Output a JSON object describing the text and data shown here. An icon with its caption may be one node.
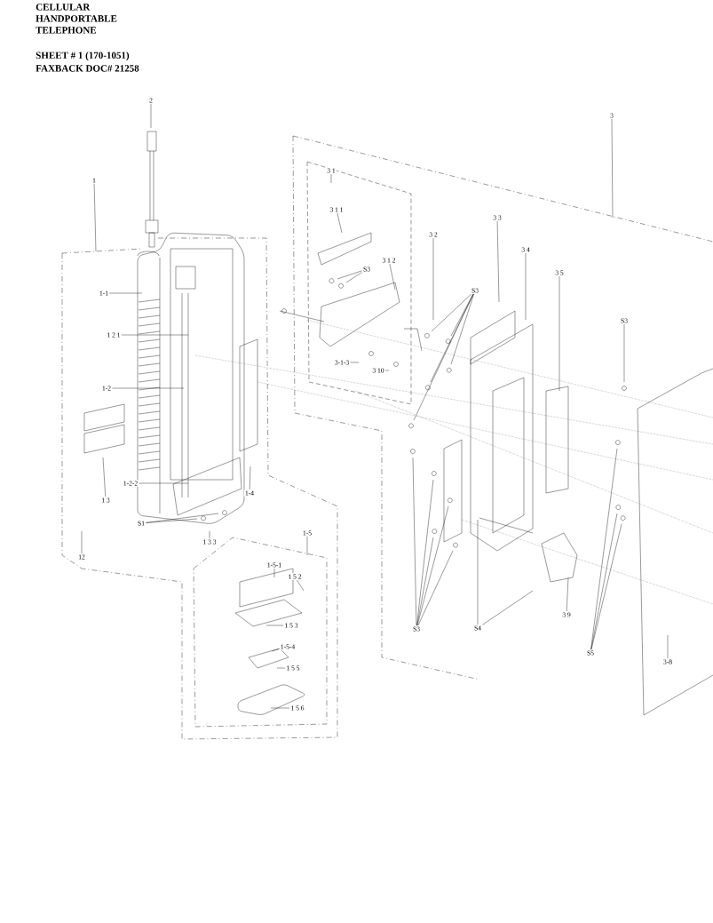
{
  "diagram": {
    "title": "CELLULAR HANDPORTABLE TELEPHONE",
    "nodes": [
      {
        "text": [
          "2"
        ]
      },
      {
        "text": [
          "1"
        ]
      },
      {
        "text": [
          "1-1"
        ]
      },
      {
        "text": [
          "1 2 1"
        ]
      },
      {
        "text": [
          "1-2"
        ]
      },
      {
        "text": [
          "1-2-2"
        ]
      },
      {
        "text": [
          "1 3"
        ]
      },
      {
        "text": [
          "1-4"
        ]
      },
      {
        "text": [
          "S1"
        ]
      },
      {
        "text": [
          "1 3 3"
        ]
      },
      {
        "text": [
          "12"
        ]
      },
      {
        "text": [
          "1-5"
        ]
      },
      {
        "text": [
          "1-5-1"
        ]
      },
      {
        "text": [
          "1 5 2"
        ]
      },
      {
        "text": [
          "1 5 3"
        ]
      },
      {
        "text": [
          "1-5-4"
        ]
      },
      {
        "text": [
          "1 5 5"
        ]
      },
      {
        "text": [
          "1 5 6"
        ]
      },
      {
        "text": [
          "3"
        ]
      },
      {
        "text": [
          "3 1"
        ]
      },
      {
        "text": [
          "3 1 1"
        ]
      },
      {
        "text": [
          "S3"
        ]
      },
      {
        "text": [
          "3 1 2"
        ]
      },
      {
        "text": [
          "3 2"
        ]
      },
      {
        "text": [
          "3 3"
        ]
      },
      {
        "text": [
          "3 4"
        ]
      },
      {
        "text": [
          "3 5"
        ]
      },
      {
        "text": [
          "S3"
        ]
      },
      {
        "text": [
          "S3"
        ]
      },
      {
        "text": [
          "3-1-3"
        ]
      },
      {
        "text": [
          "3 10"
        ]
      },
      {
        "text": [
          "S3"
        ]
      },
      {
        "text": [
          "S4"
        ]
      },
      {
        "text": [
          "3 9"
        ]
      },
      {
        "text": [
          "S5"
        ]
      },
      {
        "text": [
          "3-8"
        ]
      }
    ],
    "edges": [
      {
        "from": 0,
        "to": null,
        "arrow": "none"
      },
      {
        "from": 1,
        "to": null,
        "arrow": "none"
      },
      {
        "from": 2,
        "to": null,
        "arrow": "none"
      },
      {
        "from": 3,
        "to": null,
        "arrow": "none"
      },
      {
        "from": 4,
        "to": null,
        "arrow": "none"
      },
      {
        "from": 5,
        "to": null,
        "arrow": "none"
      },
      {
        "from": 6,
        "to": null,
        "arrow": "none"
      },
      {
        "from": 7,
        "to": null,
        "arrow": "none"
      },
      {
        "from": 8,
        "to": null,
        "arrow": "none"
      },
      {
        "from": 8,
        "to": null,
        "arrow": "none"
      },
      {
        "from": 9,
        "to": null,
        "arrow": "none"
      },
      {
        "from": 10,
        "to": null,
        "arrow": "none"
      },
      {
        "from": 11,
        "to": null,
        "arrow": "none"
      },
      {
        "from": 12,
        "to": null,
        "arrow": "none"
      },
      {
        "from": 13,
        "to": null,
        "arrow": "none"
      },
      {
        "from": 14,
        "to": null,
        "arrow": "none"
      },
      {
        "from": 15,
        "to": null,
        "arrow": "none"
      },
      {
        "from": 16,
        "to": null,
        "arrow": "none"
      },
      {
        "from": 17,
        "to": null,
        "arrow": "none"
      },
      {
        "from": 18,
        "to": null,
        "arrow": "none"
      },
      {
        "from": 19,
        "to": null,
        "arrow": "none"
      },
      {
        "from": 20,
        "to": null,
        "arrow": "none"
      },
      {
        "from": 21,
        "to": null,
        "arrow": "none"
      },
      {
        "from": 21,
        "to": null,
        "arrow": "none"
      },
      {
        "from": 22,
        "to": null,
        "arrow": "none"
      },
      {
        "from": 23,
        "to": null,
        "arrow": "none"
      },
      {
        "from": 24,
        "to": null,
        "arrow": "none"
      },
      {
        "from": 25,
        "to": null,
        "arrow": "none"
      },
      {
        "from": 26,
        "to": null,
        "arrow": "none"
      },
      {
        "from": 27,
        "to": null,
        "arrow": "none"
      },
      {
        "from": 27,
        "to": null,
        "arrow": "none"
      },
      {
        "from": 27,
        "to": null,
        "arrow": "none"
      },
      {
        "from": 27,
        "to": null,
        "arrow": "none"
      },
      {
        "from": 27,
        "to": null,
        "arrow": "none"
      },
      {
        "from": 28,
        "to": null,
        "arrow": "none"
      },
      {
        "from": 29,
        "to": null,
        "arrow": "none"
      },
      {
        "from": 30,
        "to": null,
        "arrow": "none"
      },
      {
        "from": 31,
        "to": null,
        "arrow": "none"
      },
      {
        "from": 31,
        "to": null,
        "arrow": "none"
      },
      {
        "from": 31,
        "to": null,
        "arrow": "none"
      },
      {
        "from": 31,
        "to": null,
        "arrow": "none"
      },
      {
        "from": 31,
        "to": null,
        "arrow": "none"
      },
      {
        "from": 32,
        "to": null,
        "arrow": "none"
      },
      {
        "from": 32,
        "to": null,
        "arrow": "none"
      },
      {
        "from": 33,
        "to": null,
        "arrow": "none"
      },
      {
        "from": 34,
        "to": null,
        "arrow": "none"
      },
      {
        "from": 34,
        "to": null,
        "arrow": "none"
      },
      {
        "from": 34,
        "to": null,
        "arrow": "none"
      },
      {
        "from": 35,
        "to": null,
        "arrow": "none"
      }
    ],
    "labels": [
      "SHEET # 1 (170-1051)",
      "FAXBACK DOC# 21258"
    ]
  }
}
